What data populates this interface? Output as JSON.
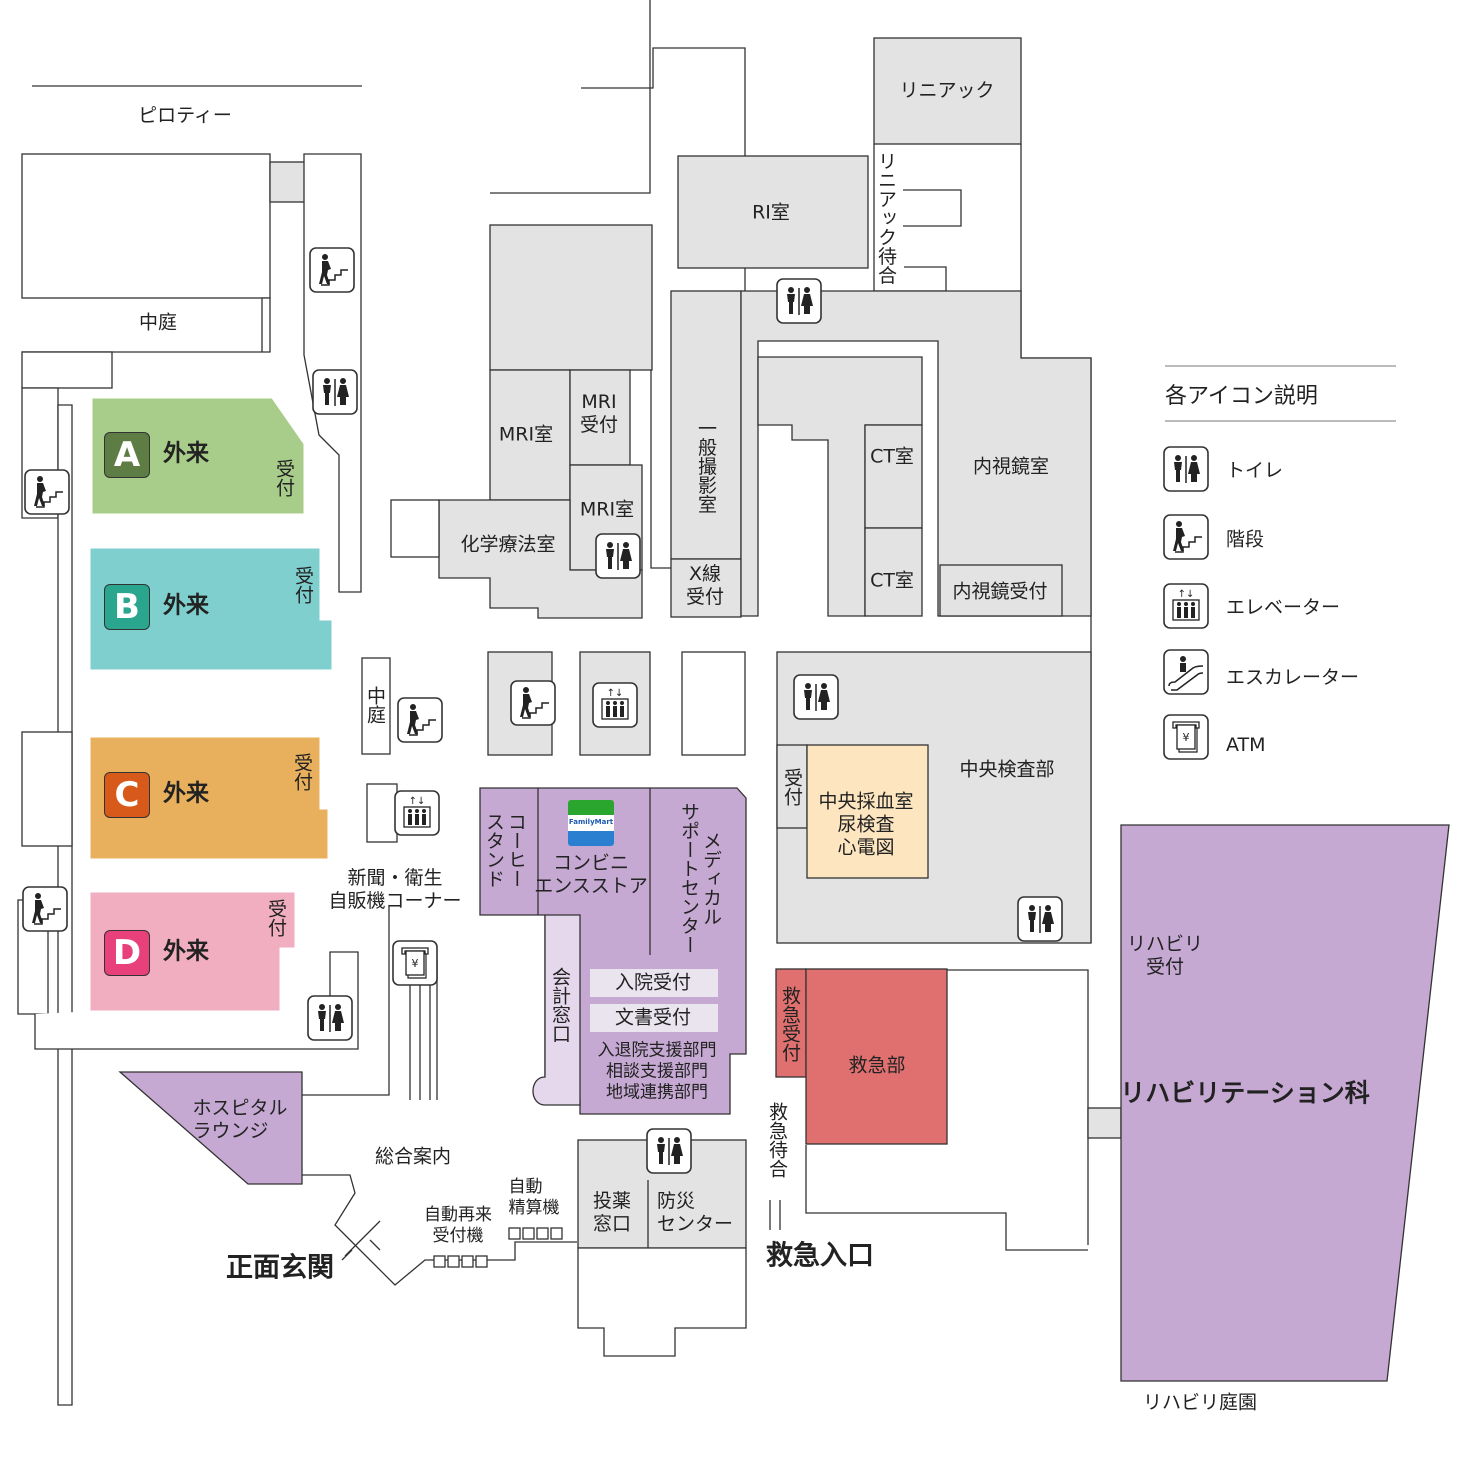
{
  "top_area": {
    "piloti": "ピロティー",
    "courtyard_1": "中庭",
    "courtyard_2": "中庭"
  },
  "outpatient": [
    {
      "letter": "A",
      "label": "外来",
      "reception": "受付",
      "color": "#a8cd8a",
      "badge_color": "#5e7d45"
    },
    {
      "letter": "B",
      "label": "外来",
      "reception": "受付",
      "color": "#80cfcf",
      "badge_color": "#2aa58e"
    },
    {
      "letter": "C",
      "label": "外来",
      "reception": "受付",
      "color": "#e8b05c",
      "badge_color": "#d85a1a"
    },
    {
      "letter": "D",
      "label": "外来",
      "reception": "受付",
      "color": "#f0aec0",
      "badge_color": "#e8407a"
    }
  ],
  "rooms": {
    "linac": "リニアック",
    "linac_waiting": "リニアック待合",
    "ri": "RI室",
    "mri_1": "MRI室",
    "mri_reception": "MRI\n受付",
    "mri_2": "MRI室",
    "chemo": "化学療法室",
    "general_xray": "一般撮影室",
    "xray_reception": "X線\n受付",
    "ct_1": "CT室",
    "ct_2": "CT室",
    "endoscopy": "内視鏡室",
    "endoscopy_reception": "内視鏡受付",
    "central_lab": "中央検査部",
    "blood_reception": "受付",
    "blood_draw": "中央採血室\n尿検査\n心電図",
    "rehab_reception": "リハビリ\n受付",
    "rehab": "リハビリテーション科",
    "rehab_garden": "リハビリ庭園",
    "er_reception": "救急受付",
    "er": "救急部",
    "er_waiting": "救急待合",
    "er_entrance": "救急入口",
    "coffee": "コーヒー\nスタンド",
    "convenience": "コンビニ\nエンスストア",
    "convenience_brand": "FamilyMart",
    "medical_support": "メディカル\nサポートセンター",
    "admission": "入院受付",
    "documents": "文書受付",
    "support_depts": "入退院支援部門\n相談支援部門\n地域連携部門",
    "cashier": "会計窓口",
    "pharmacy": "投薬\n窓口",
    "disaster_center": "防災\nセンター",
    "vending": "新聞・衛生\n自販機コーナー",
    "lounge": "ホスピタル\nラウンジ",
    "info": "総合案内",
    "reentry_machine": "自動再来\n受付機",
    "payment_machine": "自動\n精算機",
    "main_entrance": "正面玄関"
  },
  "legend": {
    "title": "各アイコン説明",
    "items": [
      {
        "icon": "toilet-icon",
        "label": "トイレ"
      },
      {
        "icon": "stairs-icon",
        "label": "階段"
      },
      {
        "icon": "elevator-icon",
        "label": "エレベーター"
      },
      {
        "icon": "escalator-icon",
        "label": "エスカレーター"
      },
      {
        "icon": "atm-icon",
        "label": "ATM"
      }
    ]
  },
  "colors": {
    "room_gray": "#e3e3e3",
    "purple": "#c6a9d3",
    "er_red": "#e07070",
    "blood_beige": "#fde5c0"
  }
}
